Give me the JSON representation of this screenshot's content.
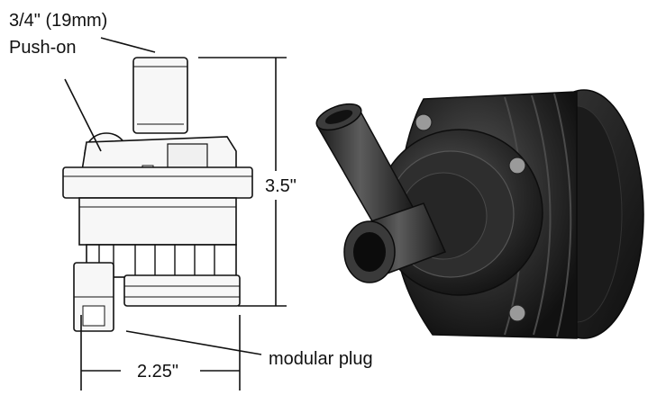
{
  "callouts": {
    "inlet_size": "3/4\"  (19mm)",
    "inlet_type": "Push-on",
    "plug": "modular plug"
  },
  "dimensions": {
    "height": "3.5\"",
    "width": "2.25\""
  },
  "colors": {
    "line": "#111111",
    "drawing_fill": "#f7f7f7",
    "pump_body": "#2a2a2a",
    "pump_highlight": "#6a6a6a"
  }
}
